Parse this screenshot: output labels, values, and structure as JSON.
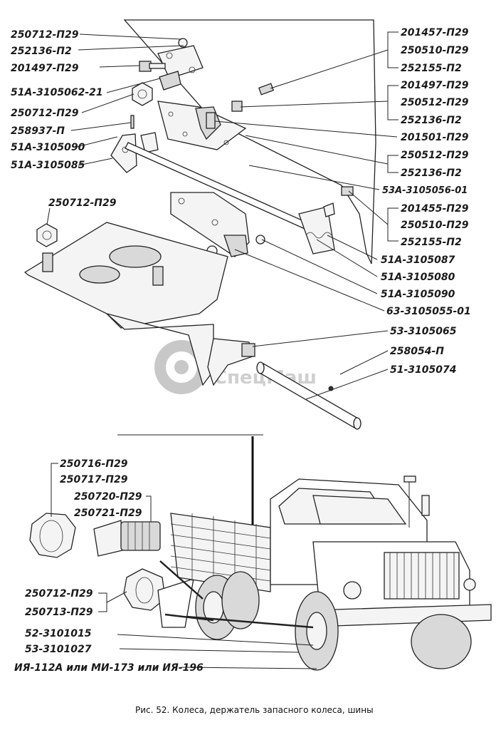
{
  "labels_left_top": [
    "250712-П29",
    "252136-П2",
    "201497-П29",
    "51А-3105062-21",
    "250712-П29",
    "258937-П",
    "51А-3105090",
    "51А-3105085"
  ],
  "labels_right_top": [
    "201457-П29",
    "250510-П29",
    "252155-П2",
    "201497-П29",
    "250512-П29",
    "252136-П2",
    "201501-П29",
    "250512-П29",
    "252136-П2",
    "53А-3105056-01",
    "201455-П29",
    "250510-П29",
    "252155-П2",
    "51А-3105087",
    "51А-3105080",
    "51А-3105090",
    "63-3105055-01",
    "53-3105065",
    "258054-П",
    "51-3105074"
  ],
  "label_mid_left": "250712-П29",
  "labels_bottom_left": [
    "250716-П29",
    "250717-П29",
    "250720-П29",
    "250721-П29",
    "250712-П29",
    "250713-П29",
    "52-3101015",
    "53-3101027",
    "ИЯ-112А или МИ-173 или ИЯ-196"
  ],
  "watermark": "СпецМаш",
  "caption": "Рис. 52. Колеса, держатель запасного колеса, шины"
}
